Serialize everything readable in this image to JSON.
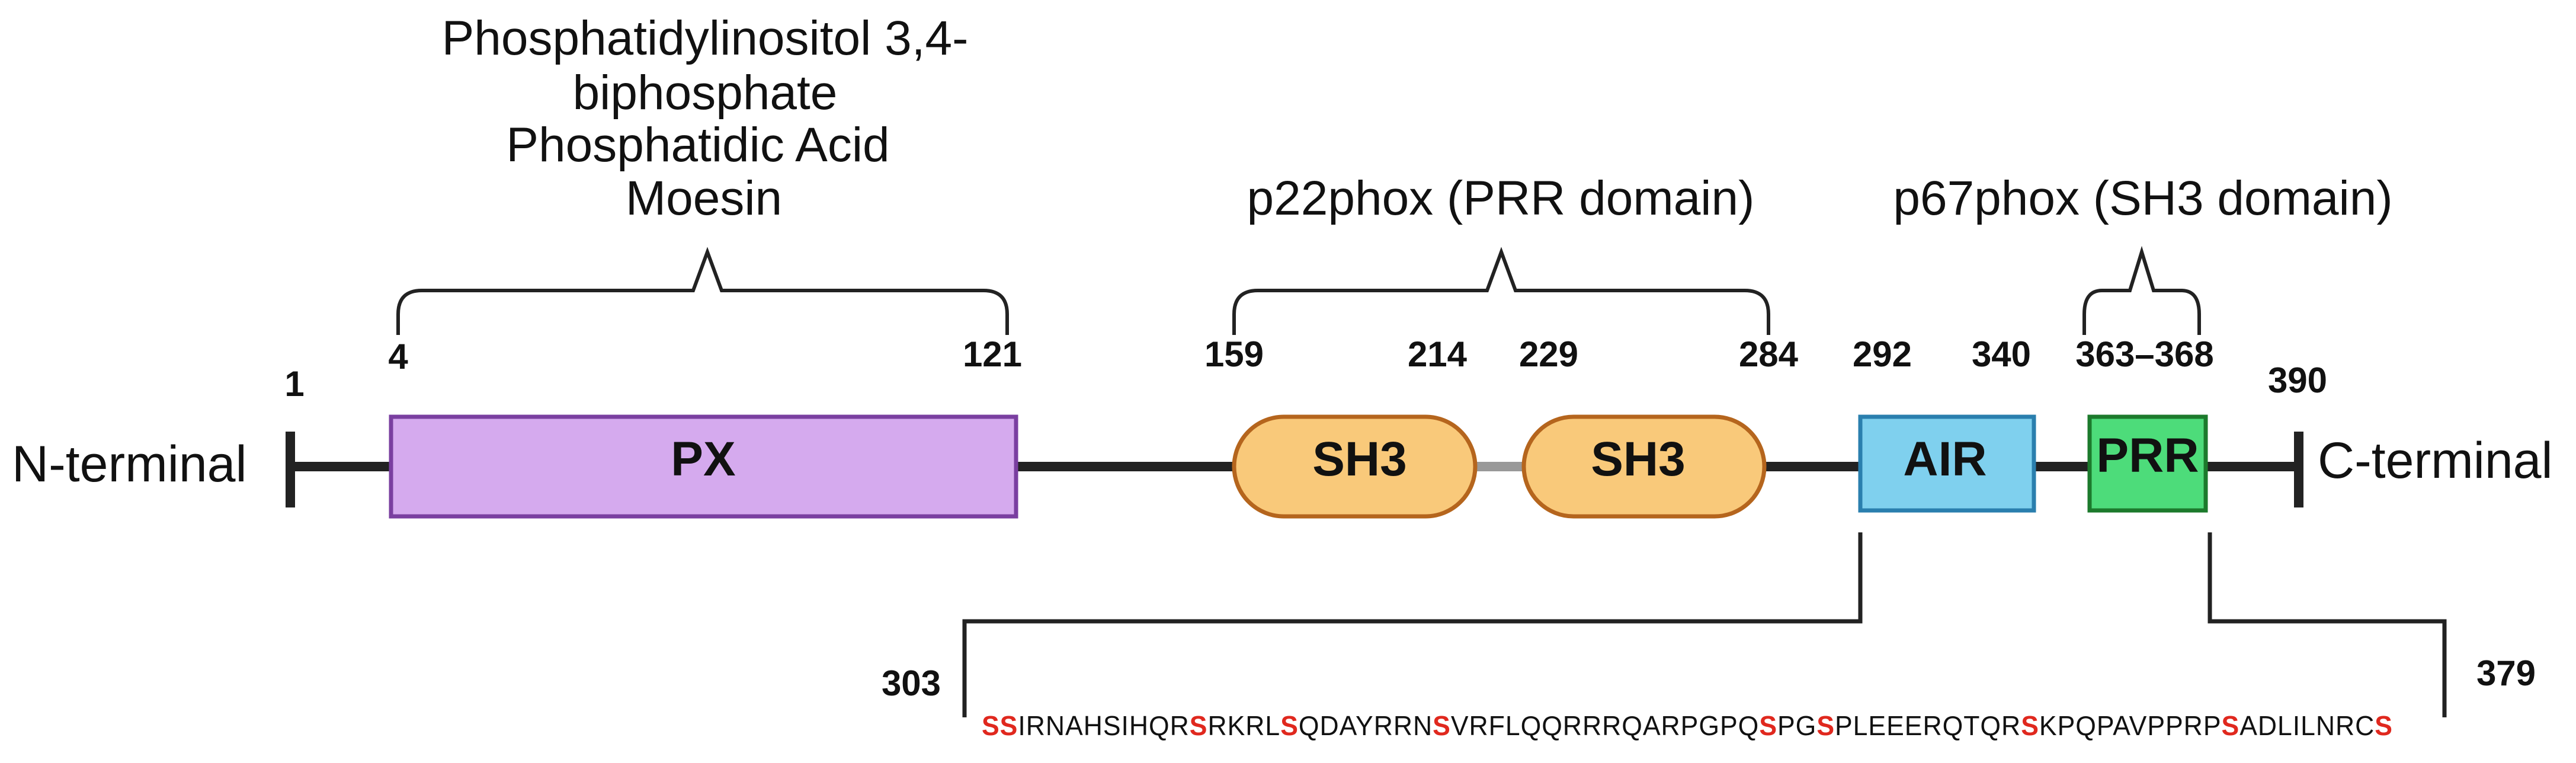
{
  "protein": {
    "n_terminal": "N-terminal",
    "c_terminal": "C-terminal",
    "start_residue": "1",
    "end_residue": "390"
  },
  "domains": [
    {
      "id": "px",
      "label": "PX",
      "start": "4",
      "end": "121",
      "fill": "#d5aaee",
      "stroke": "#7a3fa0"
    },
    {
      "id": "sh3-1",
      "label": "SH3",
      "start": "159",
      "end": "214",
      "fill": "#f9c97a",
      "stroke": "#b5651d"
    },
    {
      "id": "sh3-2",
      "label": "SH3",
      "start": "229",
      "end": "284",
      "fill": "#f9c97a",
      "stroke": "#b5651d"
    },
    {
      "id": "air",
      "label": "AIR",
      "start": "292",
      "end": "340",
      "fill": "#7fd0ee",
      "stroke": "#2a7fae"
    },
    {
      "id": "prr",
      "label": "PRR",
      "start": "363",
      "end": "368",
      "range_label": "363–368",
      "fill": "#4ddc7a",
      "stroke": "#1c7a2c"
    }
  ],
  "binding_partners": {
    "px": [
      "Phosphatidylinositol 3,4-",
      "biphosphate",
      "Phosphatidic Acid",
      "Moesin"
    ],
    "sh3": "p22phox (PRR domain)",
    "prr": "p67phox (SH3 domain)"
  },
  "sequence": {
    "start": "303",
    "end": "379",
    "segments": [
      {
        "text": "SS",
        "phospho": true
      },
      {
        "text": "IRNAHSIHQR",
        "phospho": false
      },
      {
        "text": "S",
        "phospho": true
      },
      {
        "text": "RKRL",
        "phospho": false
      },
      {
        "text": "S",
        "phospho": true
      },
      {
        "text": "QDAYRRN",
        "phospho": false
      },
      {
        "text": "S",
        "phospho": true
      },
      {
        "text": "VRFLQQRRRQARPGPQ",
        "phospho": false
      },
      {
        "text": "S",
        "phospho": true
      },
      {
        "text": "PG",
        "phospho": false
      },
      {
        "text": "S",
        "phospho": true
      },
      {
        "text": "PLEEERQTQR",
        "phospho": false
      },
      {
        "text": "S",
        "phospho": true
      },
      {
        "text": "KPQPAVPPRP",
        "phospho": false
      },
      {
        "text": "S",
        "phospho": true
      },
      {
        "text": "ADLILNRC",
        "phospho": false
      },
      {
        "text": "S",
        "phospho": true
      }
    ]
  },
  "colors": {
    "backbone": "#222222",
    "linker": "#999999",
    "phospho": "#e0281e"
  }
}
